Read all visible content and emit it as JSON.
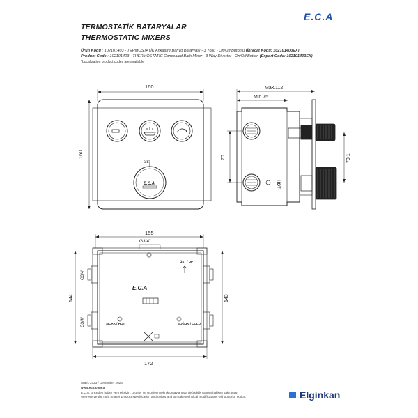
{
  "header": {
    "title_tr": "TERMOSTATİK BATARYALAR",
    "title_en": "THERMOSTATIC MIXERS",
    "logo": "E.C.A"
  },
  "product": {
    "tr_label": "Ürün Kodu",
    "tr_value": ": 102101403 - TERMOSTATİK Ankastre Banyo Bataryası - 3 Yollu - On/Off Butonlu ",
    "tr_export": "(İhracat Kodu: 102101403EX)",
    "en_label": "Product Code",
    "en_value": ": 102101403 - THERMOSTATIC Concealed Bath Mixer - 3 Way Diverter - On/Off Button ",
    "en_export": "(Export Code: 102101403EX)",
    "note": "*Localization product codes are available"
  },
  "front_view": {
    "width_dim": "160",
    "height_dim": "160",
    "angle_label": "38°",
    "knob_logo": "E.C.A"
  },
  "side_view": {
    "max_dim": "Max.112",
    "min_dim": "Min.75",
    "dim_70": "70",
    "dim_70_1": "70,1",
    "hot_label": "HOT"
  },
  "box_view": {
    "width_outer": "172",
    "width_inner": "155",
    "thread_top": "G3/4\"",
    "thread_left_top": "G3/4\"",
    "thread_left_bottom": "G3/4\"",
    "height_left": "144",
    "height_right": "143",
    "out_up": "ÜST / UP",
    "hot_label": "SICAK / HOT",
    "cold_label": "SOĞUK / COLD",
    "box_logo": "E.C.A"
  },
  "footer": {
    "date": "Aralık 2023 / December 2023",
    "url": "www.eca.com.tr",
    "disclaimer_tr": "E.C.A. önceden haber vermeksizin, ürünler ve ürünlerin teknik detaylarında değişiklik yapma hakkını saklı tutar.",
    "disclaimer_en": "We reserve the right to alter product specification and colors and to make technical modifications without prior notice.",
    "brand": "Elginkan"
  }
}
